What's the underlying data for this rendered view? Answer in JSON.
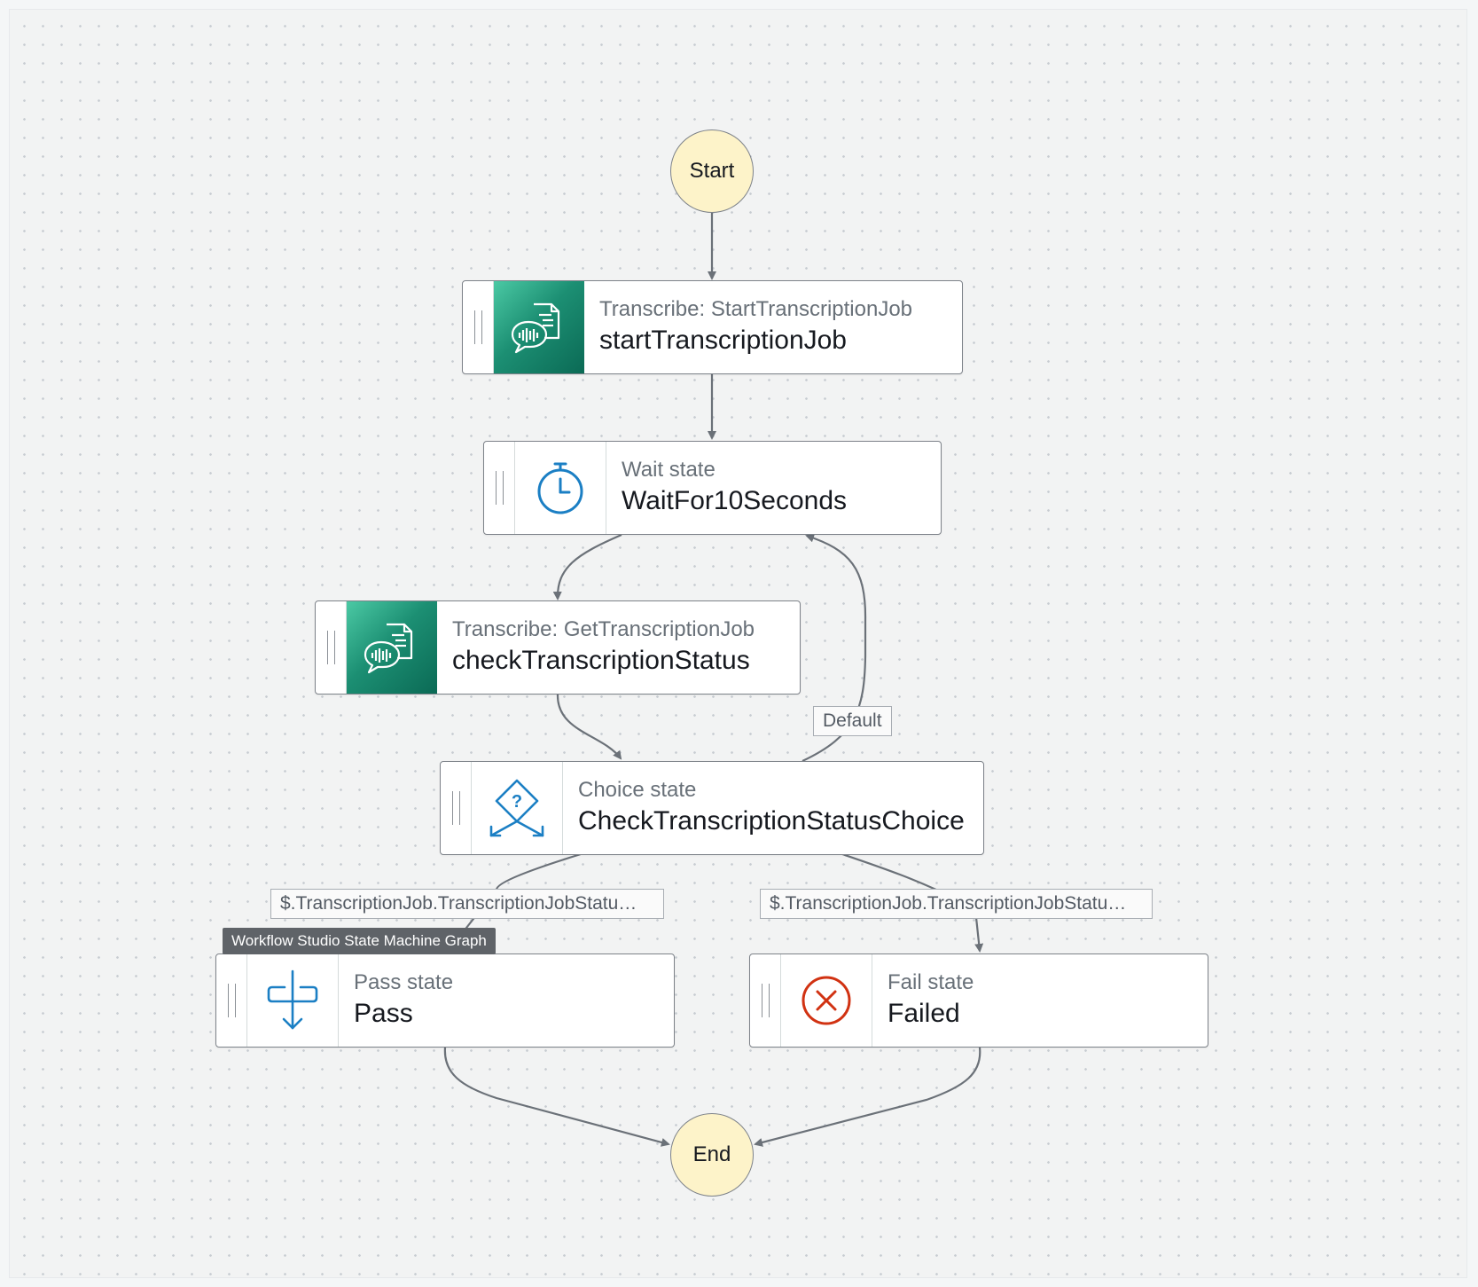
{
  "graph": {
    "start_label": "Start",
    "end_label": "End",
    "states": {
      "start_job": {
        "type": "Transcribe: StartTranscriptionJob",
        "name": "startTranscriptionJob",
        "icon": "transcribe-icon"
      },
      "wait": {
        "type": "Wait state",
        "name": "WaitFor10Seconds",
        "icon": "stopwatch-icon"
      },
      "check": {
        "type": "Transcribe: GetTranscriptionJob",
        "name": "checkTranscriptionStatus",
        "icon": "transcribe-icon"
      },
      "choice": {
        "type": "Choice state",
        "name": "CheckTranscriptionStatusChoice",
        "icon": "choice-diamond-icon"
      },
      "pass": {
        "type": "Pass state",
        "name": "Pass",
        "icon": "pass-arrow-icon"
      },
      "fail": {
        "type": "Fail state",
        "name": "Failed",
        "icon": "fail-x-icon"
      }
    },
    "edge_labels": {
      "default": "Default",
      "rule_pass": "$.TranscriptionJob.TranscriptionJobStatu…",
      "rule_fail": "$.TranscriptionJob.TranscriptionJobStatu…"
    },
    "tooltip": "Workflow Studio State Machine Graph"
  },
  "colors": {
    "service_icon_bg": "#1c8f73",
    "flow_icon": "#1b7fc4",
    "fail_icon": "#d13212",
    "terminal_fill": "#fdf3c9"
  }
}
